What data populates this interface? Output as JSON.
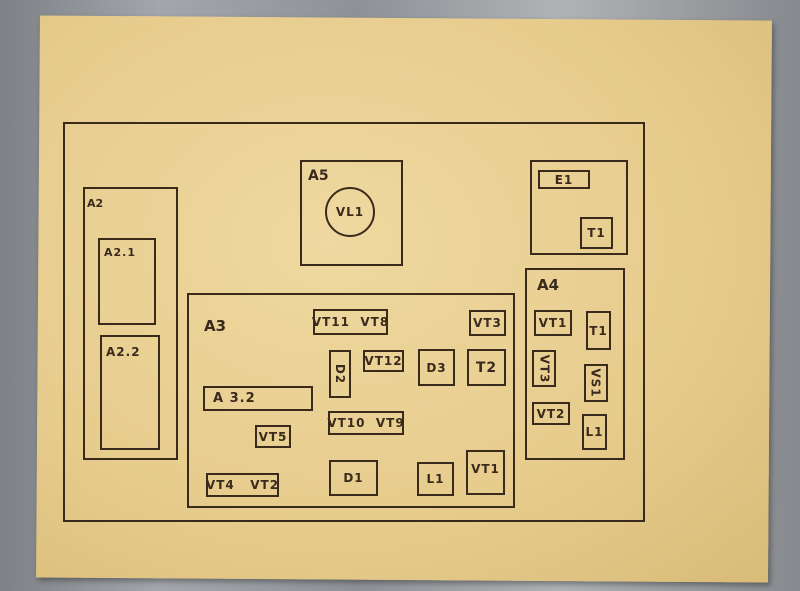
{
  "diagram": {
    "modules": {
      "a2": "A2",
      "a2_1": "A2.1",
      "a2_2": "A2.2",
      "a5": "A5",
      "vl1": "VL1",
      "e1": "E1",
      "t1_top": "T1",
      "a4": "A4",
      "a3": "A3",
      "a3_2": "A 3.2"
    },
    "a4_parts": [
      "VT1",
      "T1",
      "VT3",
      "VS1",
      "VT2",
      "L1"
    ],
    "a3_parts": [
      "VT11  VT8",
      "VT3",
      "D2",
      "VT12",
      "D3",
      "T2",
      "VT10  VT9",
      "VT5",
      "D1",
      "L1",
      "VT1",
      "VT4   VT2"
    ]
  }
}
